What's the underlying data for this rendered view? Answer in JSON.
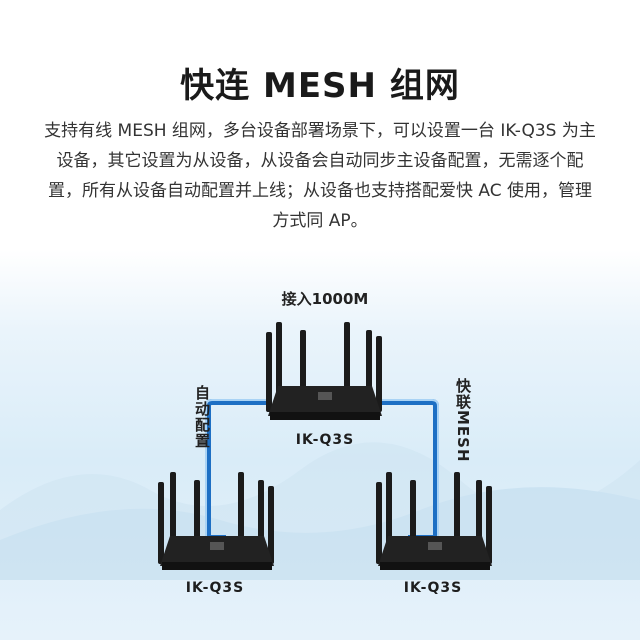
{
  "title": "快连 MESH 组网",
  "description": "支持有线 MESH 组网，多台设备部署场景下，可以设置一台 IK-Q3S 为主设备，其它设置为从设备，从设备会自动同步主设备配置，无需逐个配置，所有从设备自动配置并上线；从设备也支持搭配爱快 AC 使用，管理方式同 AP。",
  "diagram": {
    "uplink_label": "接入1000M",
    "left_link_label": "自动配置",
    "right_link_label": "快联MESH",
    "routers": [
      {
        "model": "IK-Q3S"
      },
      {
        "model": "IK-Q3S"
      },
      {
        "model": "IK-Q3S"
      }
    ],
    "cable_color": "#1d6fc4",
    "router_color": "#1b1b1b"
  }
}
